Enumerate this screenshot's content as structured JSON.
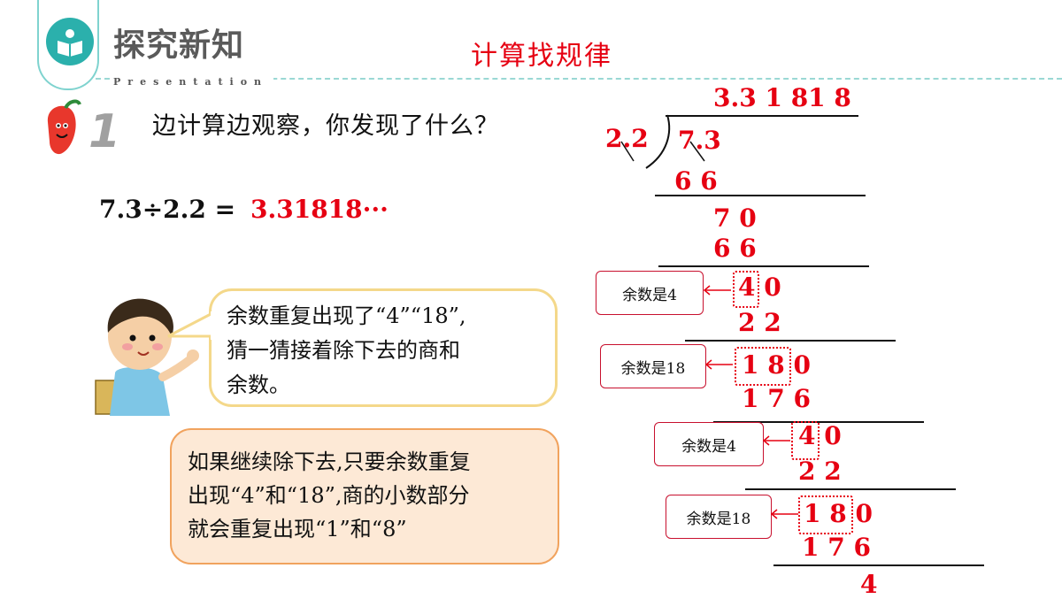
{
  "header": {
    "title": "探究新知",
    "subtitle": "Presentation",
    "topic": "计算找规律"
  },
  "question": {
    "number": "1",
    "text": "边计算边观察，你发现了什么？"
  },
  "equation": {
    "left": "7.3÷2.2 =",
    "result": "3.31818···"
  },
  "speech_bubble": {
    "line1": "余数重复出现了“4”“18”,",
    "line2": "猜一猜接着除下去的商和",
    "line3": "余数。"
  },
  "conclusion": {
    "line1": "如果继续除下去,只要余数重复",
    "line2": "出现“4”和“18”,商的小数部分",
    "line3": "就会重复出现“1”和“8”"
  },
  "division": {
    "quotient": "3.3 1 81 8",
    "divisor": "2.2",
    "dividend": "7.3",
    "steps": [
      "6 6",
      "7 0",
      "6 6",
      "4 0",
      "2 2",
      "1 8 0",
      "1 7 6",
      "4 0",
      "2 2",
      "1 8 0",
      "1 7 6",
      "4"
    ],
    "remainder_labels": [
      "余数是4",
      "余数是18",
      "余数是4",
      "余数是18"
    ]
  },
  "colors": {
    "accent_teal": "#2bb0ac",
    "highlight_red": "#e60012",
    "bubble_orange_fill": "#fde9d6"
  }
}
